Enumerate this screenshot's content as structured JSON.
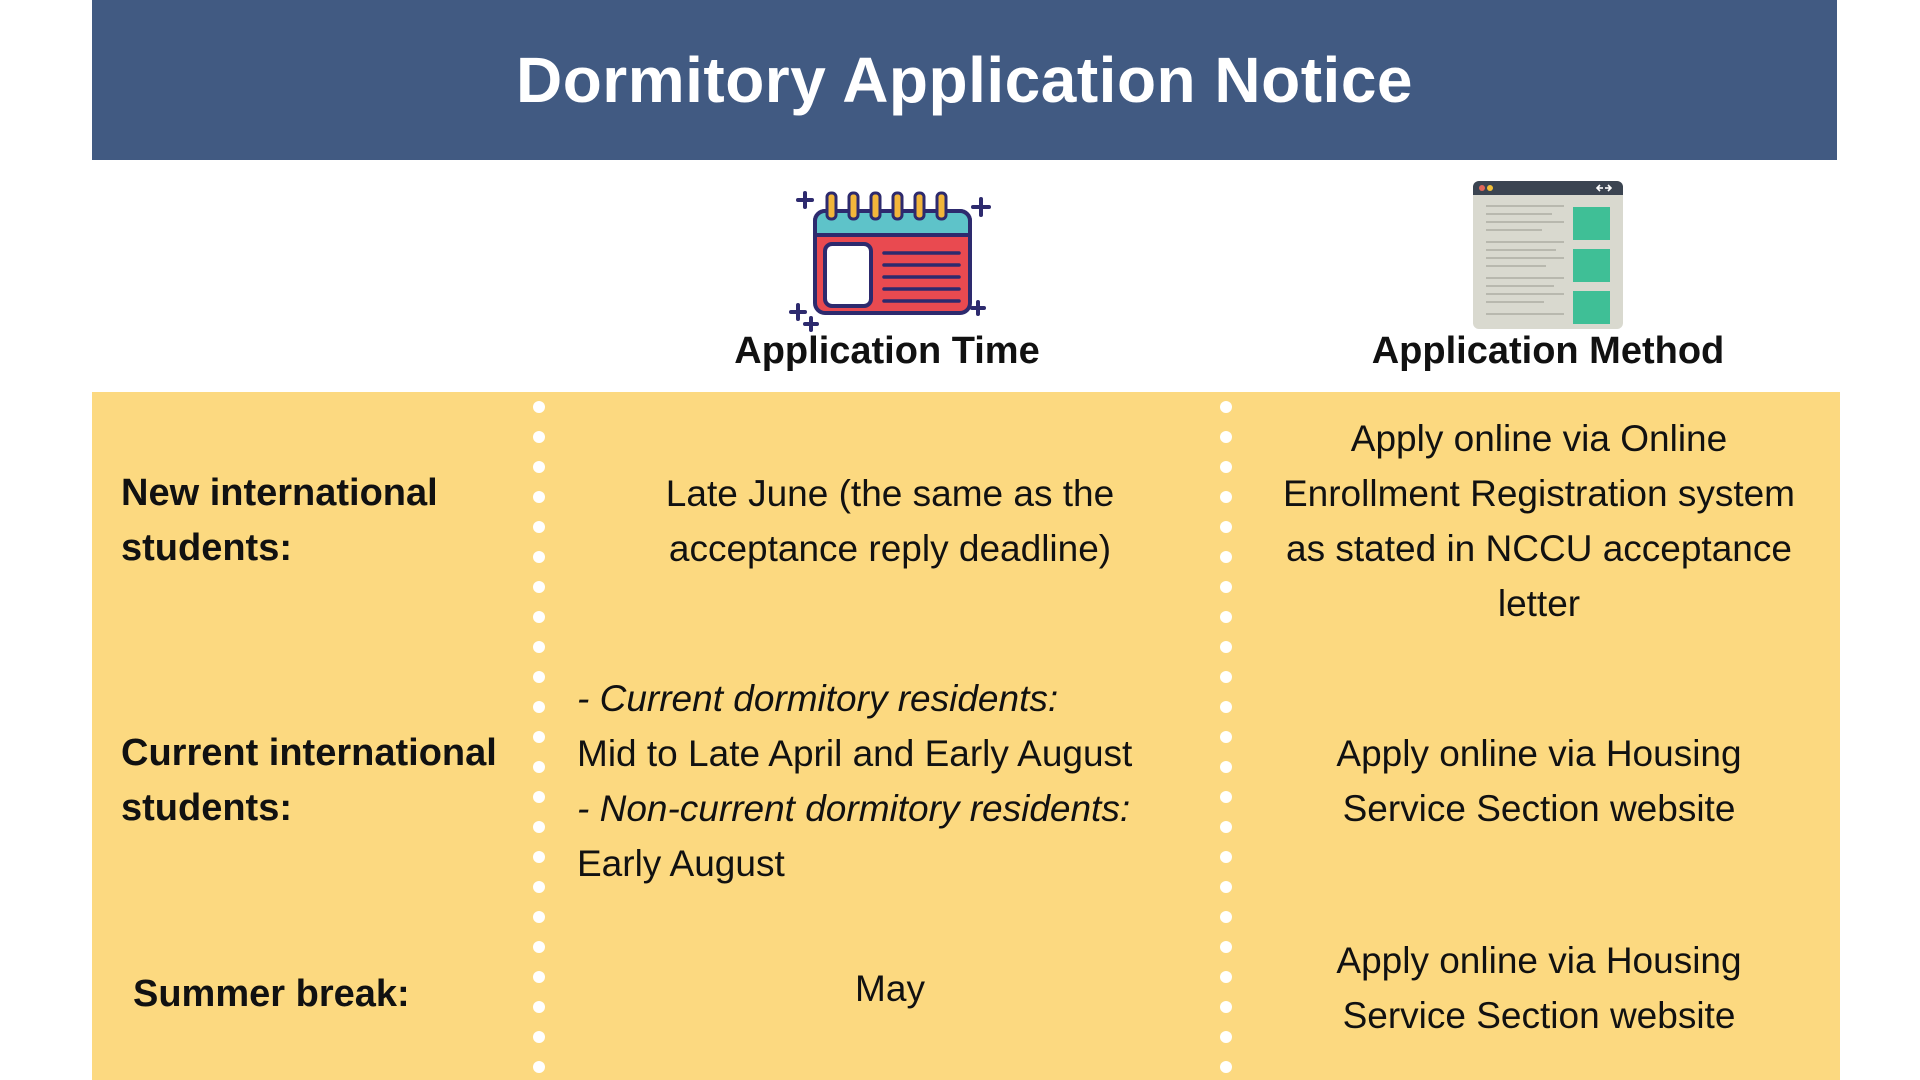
{
  "header": {
    "title": "Dormitory Application Notice"
  },
  "columns": {
    "time": {
      "label": "Application Time",
      "icon": "calendar-icon"
    },
    "method": {
      "label": "Application Method",
      "icon": "web-browser-icon"
    }
  },
  "rows": [
    {
      "label_line1": "New international",
      "label_line2": "students:",
      "time_line1": "Late June (the same as the",
      "time_line2": "acceptance reply deadline)",
      "method_line1": "Apply online via Online",
      "method_line2": "Enrollment Registration system",
      "method_line3": "as stated in NCCU acceptance",
      "method_line4": "letter"
    },
    {
      "label_line1": "Current international",
      "label_line2": "students:",
      "time_line1": "- Current dormitory residents:",
      "time_line2": "Mid to Late April and Early August",
      "time_line3": "- Non-current dormitory residents:",
      "time_line4": "Early August",
      "method_line1": "Apply online via Housing",
      "method_line2": "Service Section website"
    },
    {
      "label_line1": "Summer break:",
      "time_line1": "May",
      "method_line1": "Apply online via Housing",
      "method_line2": "Service Section website"
    }
  ],
  "colors": {
    "header_bg": "#415a82",
    "table_bg": "#fcd980",
    "divider_dots": "#ffffff"
  }
}
